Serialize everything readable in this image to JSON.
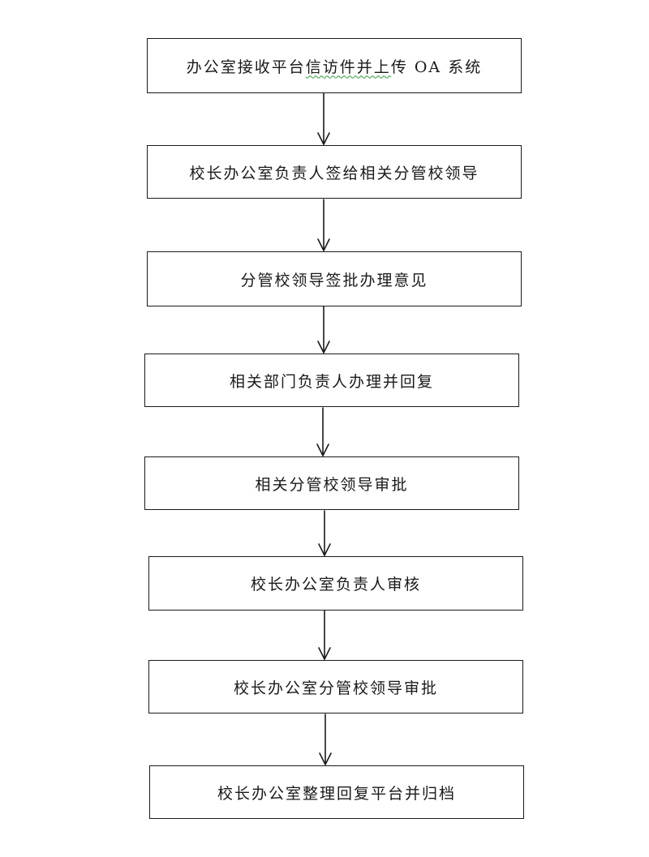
{
  "flowchart": {
    "steps": [
      {
        "id": "receive",
        "label_parts": [
          "办公室接收平台",
          "信访件并上",
          "传 OA 系统"
        ]
      },
      {
        "id": "assign",
        "label": "校长办公室负责人签给相关分管校领导"
      },
      {
        "id": "review",
        "label": "分管校领导签批办理意见"
      },
      {
        "id": "handle",
        "label": "相关部门负责人办理并回复"
      },
      {
        "id": "approve",
        "label": "相关分管校领导审批"
      },
      {
        "id": "check",
        "label": "校长办公室负责人审核"
      },
      {
        "id": "office-approve",
        "label": "校长办公室分管校领导审批"
      },
      {
        "id": "archive",
        "label": "校长办公室整理回复平台并归档"
      }
    ],
    "colors": {
      "border": "#1a1a1a",
      "arrow": "#1a1a1a",
      "spellcheck_underline": "#2e9b3a"
    }
  }
}
